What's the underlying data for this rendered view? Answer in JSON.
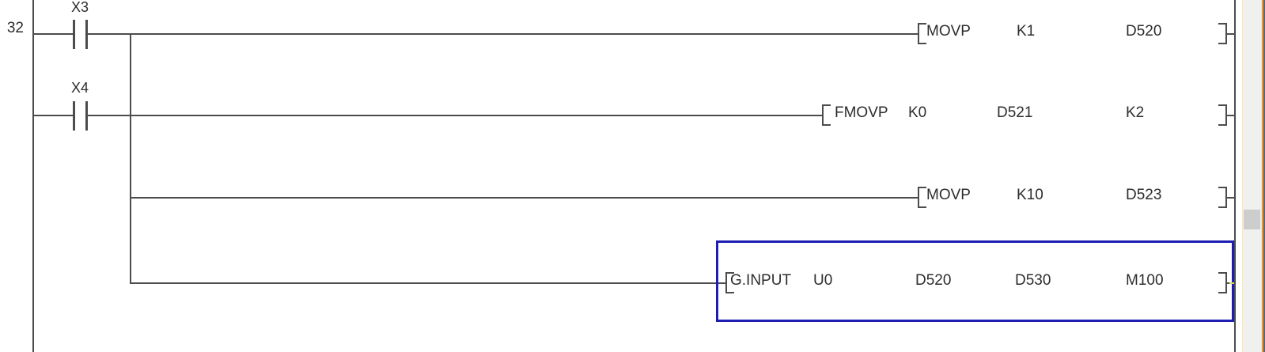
{
  "editor": {
    "step_number": "32",
    "rungs": [
      {
        "contact": {
          "label": "X3",
          "type": "normally-open"
        },
        "instruction": {
          "mnemonic": "MOVP",
          "operands": [
            "K1",
            "D520"
          ]
        }
      },
      {
        "contact": {
          "label": "X4",
          "type": "normally-open"
        },
        "instruction": {
          "mnemonic": "FMOVP",
          "operands": [
            "K0",
            "D521",
            "K2"
          ]
        }
      },
      {
        "instruction": {
          "mnemonic": "MOVP",
          "operands": [
            "K10",
            "D523"
          ]
        }
      },
      {
        "instruction": {
          "mnemonic": "G.INPUT",
          "operands": [
            "U0",
            "D520",
            "D530",
            "M100"
          ],
          "selected": true
        }
      }
    ]
  },
  "colors": {
    "wire": "#4c4c4c",
    "text": "#2d2d2d",
    "selection": "#1d1db1",
    "scroll-track": "#f0f0ef",
    "scroll-thumb": "#cdcdcd",
    "edge-cream": "#f3e6ca",
    "edge-orange": "#e19a3d",
    "edge-blue": "#4a6a8f",
    "wire-cross-tick": "#d9d94f"
  }
}
